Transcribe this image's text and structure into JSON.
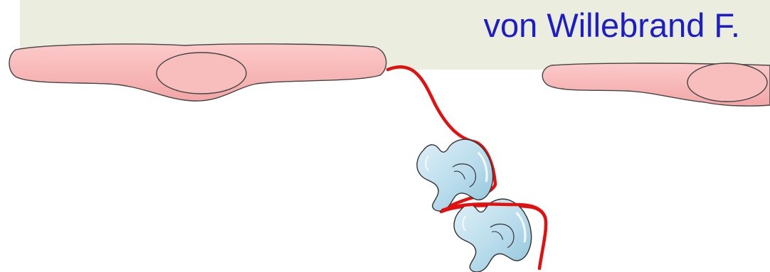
{
  "slide": {
    "title": "von Willebrand F.",
    "title_color": "#1c1cc8",
    "band_color": "#ebeedf"
  },
  "illustration": {
    "cells": [
      {
        "name": "endothelial-cell-left",
        "color": "#f7b6b6"
      },
      {
        "name": "endothelial-cell-right",
        "color": "#f7b6b6"
      }
    ],
    "strand": {
      "name": "vwf-strand",
      "color": "#e31010"
    },
    "platelets": [
      {
        "name": "platelet-upper",
        "color": "#bfe0ee"
      },
      {
        "name": "platelet-lower",
        "color": "#bfe0ee"
      }
    ]
  }
}
